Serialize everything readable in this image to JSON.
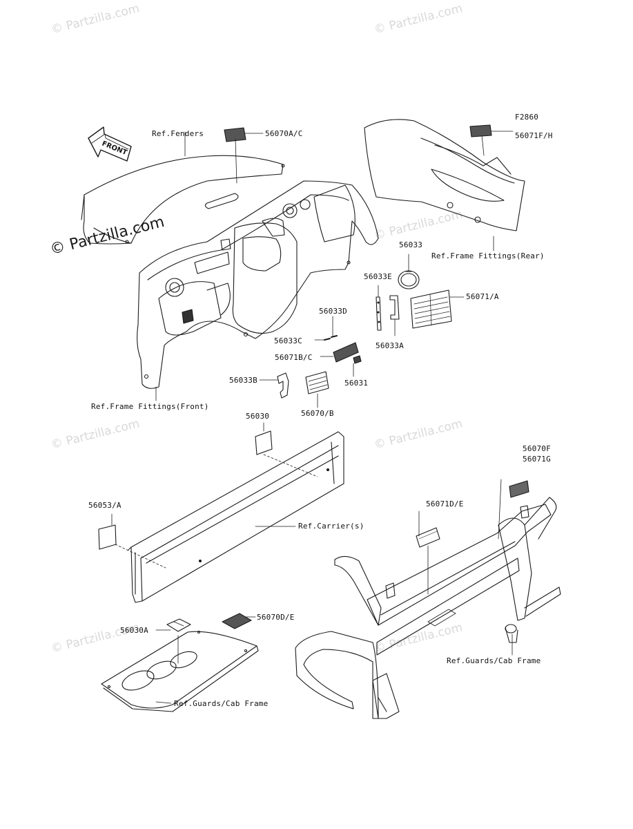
{
  "diagram": {
    "code": "F2860",
    "front_label": "FRONT",
    "watermarks": [
      "© Partzilla.com",
      "© Partzilla.com",
      "© Partzilla.com",
      "© Partzilla.com",
      "© Partzilla.com",
      "© Partzilla.com",
      "© Partzilla.com",
      "© Partzilla.com"
    ],
    "watermark_main": "© Partzilla.com",
    "labels": {
      "ref_fenders": "Ref.Fenders",
      "p56070ac": "56070A/C",
      "p56071fh": "56071F/H",
      "ref_frame_rear": "Ref.Frame Fittings(Rear)",
      "p56033": "56033",
      "p56033e": "56033E",
      "p56071a": "56071/A",
      "p56033d": "56033D",
      "p56033c": "56033C",
      "p56033a": "56033A",
      "p56071bc": "56071B/C",
      "p56033b": "56033B",
      "p56031": "56031",
      "p56070b": "56070/B",
      "ref_frame_front": "Ref.Frame Fittings(Front)",
      "p56030": "56030",
      "p56070f": "56070F",
      "p56071g": "56071G",
      "p56053a": "56053/A",
      "ref_carriers": "Ref.Carrier(s)",
      "p56071de": "56071D/E",
      "p56070de": "56070D/E",
      "p56030a": "56030A",
      "ref_guards_left": "Ref.Guards/Cab Frame",
      "ref_guards_right": "Ref.Guards/Cab Frame"
    }
  }
}
